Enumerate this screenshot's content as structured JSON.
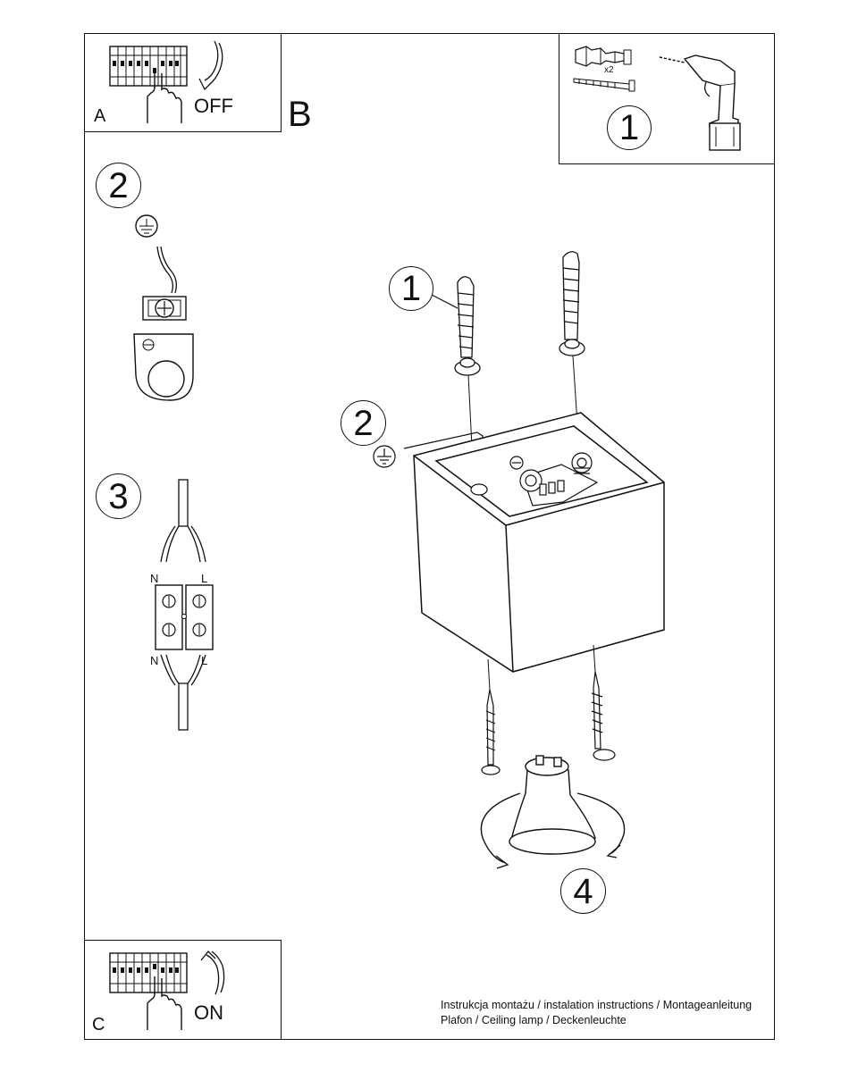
{
  "panel_a": {
    "letter": "A",
    "action": "OFF"
  },
  "panel_b": {
    "letter": "B"
  },
  "panel_c": {
    "letter": "C",
    "action": "ON"
  },
  "tools": {
    "multiplier": "x2",
    "step": "1"
  },
  "steps": {
    "ground": "2",
    "connector": "3",
    "main_screws": "1",
    "main_ground": "2",
    "bulb": "4"
  },
  "connector_labels": {
    "n_top": "N",
    "l_top": "L",
    "n_bottom": "N",
    "l_bottom": "L"
  },
  "footer": {
    "line1": "Instrukcja montażu / instalation instructions / Montageanleitung",
    "line2": "Plafon / Ceiling lamp / Deckenleuchte"
  }
}
